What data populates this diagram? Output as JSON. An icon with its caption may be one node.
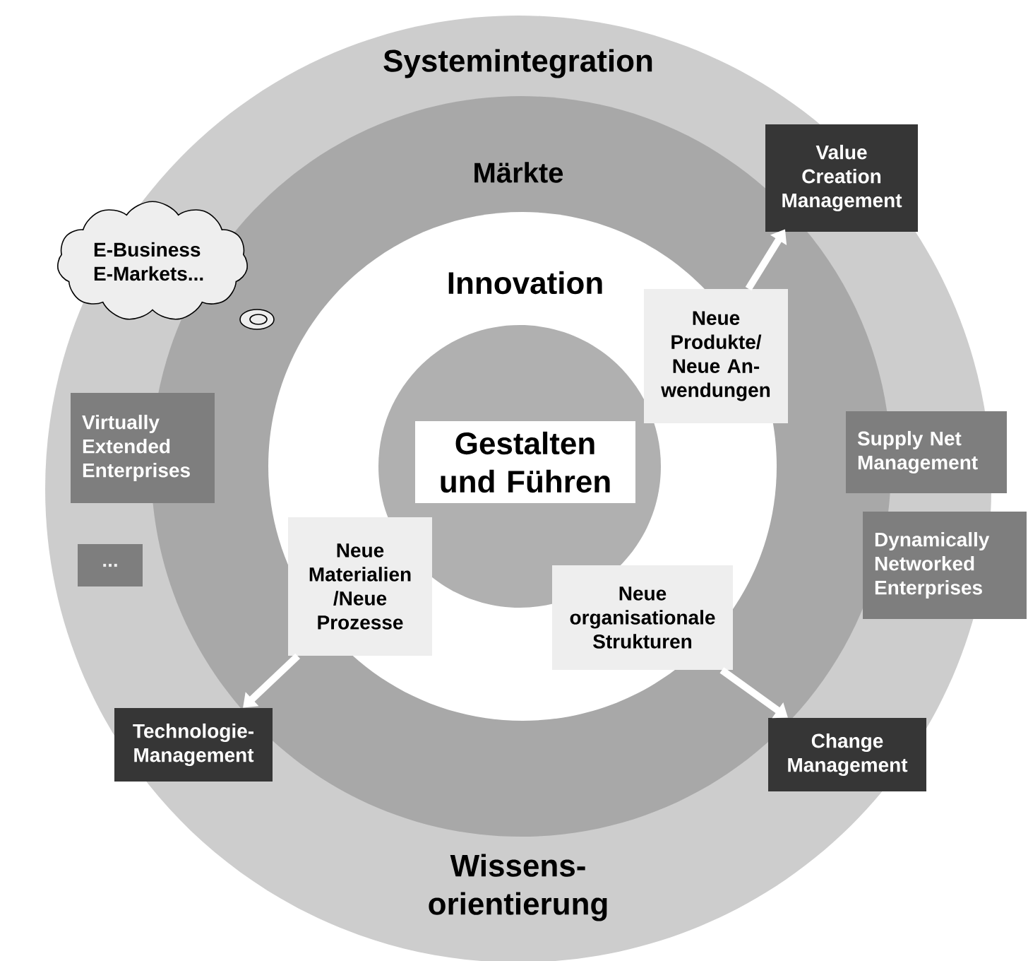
{
  "diagram": {
    "nodes": [
      {
        "text": [
          "Systemintegration",
          "Wissens- orientierung"
        ]
      },
      {
        "text": [
          "Märkte"
        ],
        "in": 0
      },
      {
        "text": [
          "Innovation"
        ],
        "in": 1
      },
      {
        "text": [
          "Gestalten und Führen"
        ],
        "in": 2
      },
      {
        "text": [
          "E-Business E-Markets..."
        ],
        "in": 0
      },
      {
        "text": [
          "Value Creation Management"
        ],
        "in": 0
      },
      {
        "text": [
          "Neue Produkte/ Neue An- wendungen"
        ],
        "in": 1
      },
      {
        "text": [
          "Virtually Extended Enterprises"
        ],
        "in": 0
      },
      {
        "text": [
          "Supply Net Management"
        ]
      },
      {
        "text": [
          "Dynamically Networked Enterprises"
        ]
      },
      {
        "text": [
          "..."
        ],
        "in": 0
      },
      {
        "text": [
          "Neue Materialien /Neue Prozesse"
        ],
        "in": 2
      },
      {
        "text": [
          "Neue organisationale Strukturen"
        ],
        "in": 2
      },
      {
        "text": [
          "Technologie- Management"
        ],
        "in": 0
      },
      {
        "text": [
          "Change Management"
        ],
        "in": 0
      }
    ],
    "edges": [
      {
        "from": 6,
        "to": 5,
        "arrow": "to"
      },
      {
        "from": 11,
        "to": 13,
        "arrow": "to"
      },
      {
        "from": 12,
        "to": 14,
        "arrow": "to"
      }
    ]
  }
}
